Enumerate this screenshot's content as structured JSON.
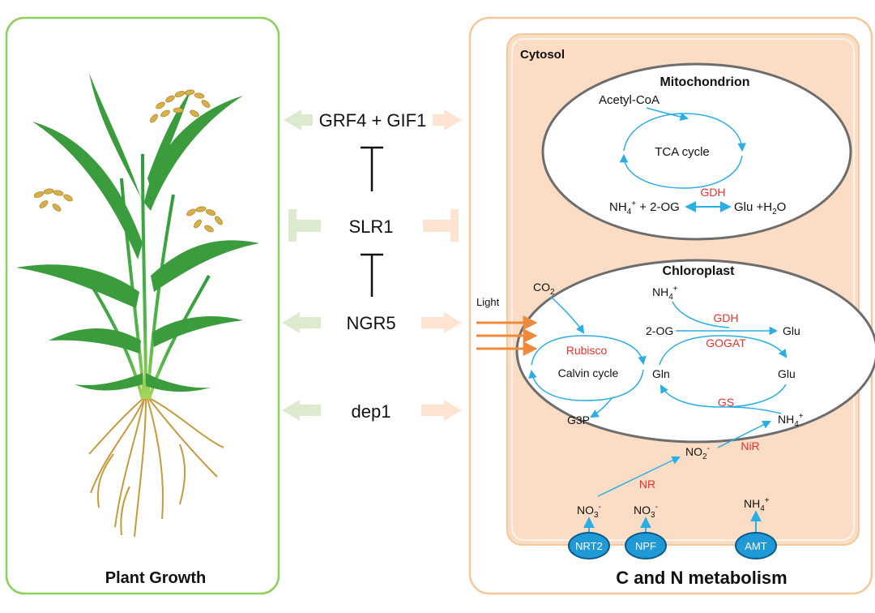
{
  "panels": {
    "left_title": "Plant Growth",
    "right_title": "C and N metabolism"
  },
  "regulators": {
    "grf4_gif1": "GRF4 + GIF1",
    "slr1": "SLR1",
    "ngr5": "NGR5",
    "dep1": "dep1"
  },
  "cell": {
    "cytosol": "Cytosol",
    "mitochondrion": {
      "title": "Mitochondrion",
      "acetyl_coa": "Acetyl-CoA",
      "tca": "TCA cycle",
      "gdh": "GDH",
      "nh4_base": "NH",
      "nh4_sub": "4",
      "nh4_sup": "+",
      "plus_2og": " + 2-OG",
      "glu_base": "Glu +H",
      "glu_sub": "2",
      "glu_tail": "O"
    },
    "chloroplast": {
      "title": "Chloroplast",
      "light": "Light",
      "co2_base": "CO",
      "co2_sub": "2",
      "rubisco": "Rubisco",
      "calvin": "Calvin cycle",
      "g3p": "G3P",
      "nh4_base": "NH",
      "nh4_sub": "4",
      "nh4_sup": "+",
      "gdh": "GDH",
      "gogat": "GOGAT",
      "two_og": "2-OG",
      "glu": "Glu",
      "glu2": "Glu",
      "gln": "Gln",
      "gs": "GS",
      "nh4_lower_base": "NH",
      "nh4_lower_sub": "4",
      "nh4_lower_sup": "+",
      "nir": "NiR",
      "no2_base": "NO",
      "no2_sub": "2",
      "no2_sup": "-",
      "nr": "NR"
    },
    "uptake": {
      "no3_a_base": "NO",
      "no3_a_sub": "3",
      "no3_a_sup": "-",
      "no3_b_base": "NO",
      "no3_b_sub": "3",
      "no3_b_sup": "-",
      "nh4_base": "NH",
      "nh4_sub": "4",
      "nh4_sup": "+",
      "nrt2": "NRT2",
      "npf": "NPF",
      "amt": "AMT"
    }
  },
  "colors": {
    "plant_border": "#8ccf5a",
    "cell_border": "#f5c79a",
    "cytosol_fill": "#fbdcc4",
    "green_arrow": "#dcead0",
    "peach_arrow": "#fce3d2",
    "cycle_blue": "#29aee6",
    "enzyme_red": "#e8322c",
    "transporter": "#1f9ad6",
    "light_orange": "#ef8a3c"
  }
}
